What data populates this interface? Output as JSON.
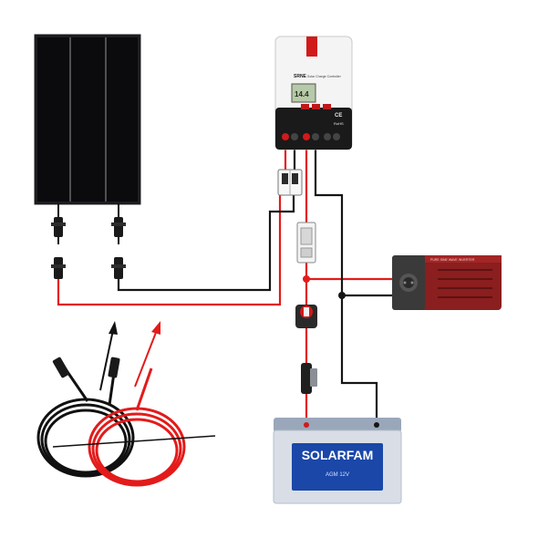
{
  "controller": {
    "brand": "SRNE",
    "model_caption": "Solar Charge Controller",
    "display_value": "14.4",
    "cert_mark": "CE",
    "rohs_mark": "RoHS"
  },
  "battery": {
    "brand": "SOLARFAM",
    "model": "AGM 12V",
    "colors": {
      "body": "#d9dee6",
      "lid": "#9aa7ba",
      "label": "#1a47a8"
    }
  },
  "inverter": {
    "panel_caption": "PURE SINE WAVE INVERTER",
    "colors": {
      "body": "#8b1e1e",
      "panel": "#3a3a3a"
    }
  },
  "wires": {
    "positive_color": "#e31b1b",
    "negative_color": "#151515"
  },
  "icons": [
    "solar-panel-icon",
    "mc4-connector-icon",
    "circuit-breaker-icon",
    "fuse-holder-icon",
    "battery-switch-icon",
    "inline-fuse-icon",
    "cable-coil-icon",
    "arrow-icon"
  ]
}
